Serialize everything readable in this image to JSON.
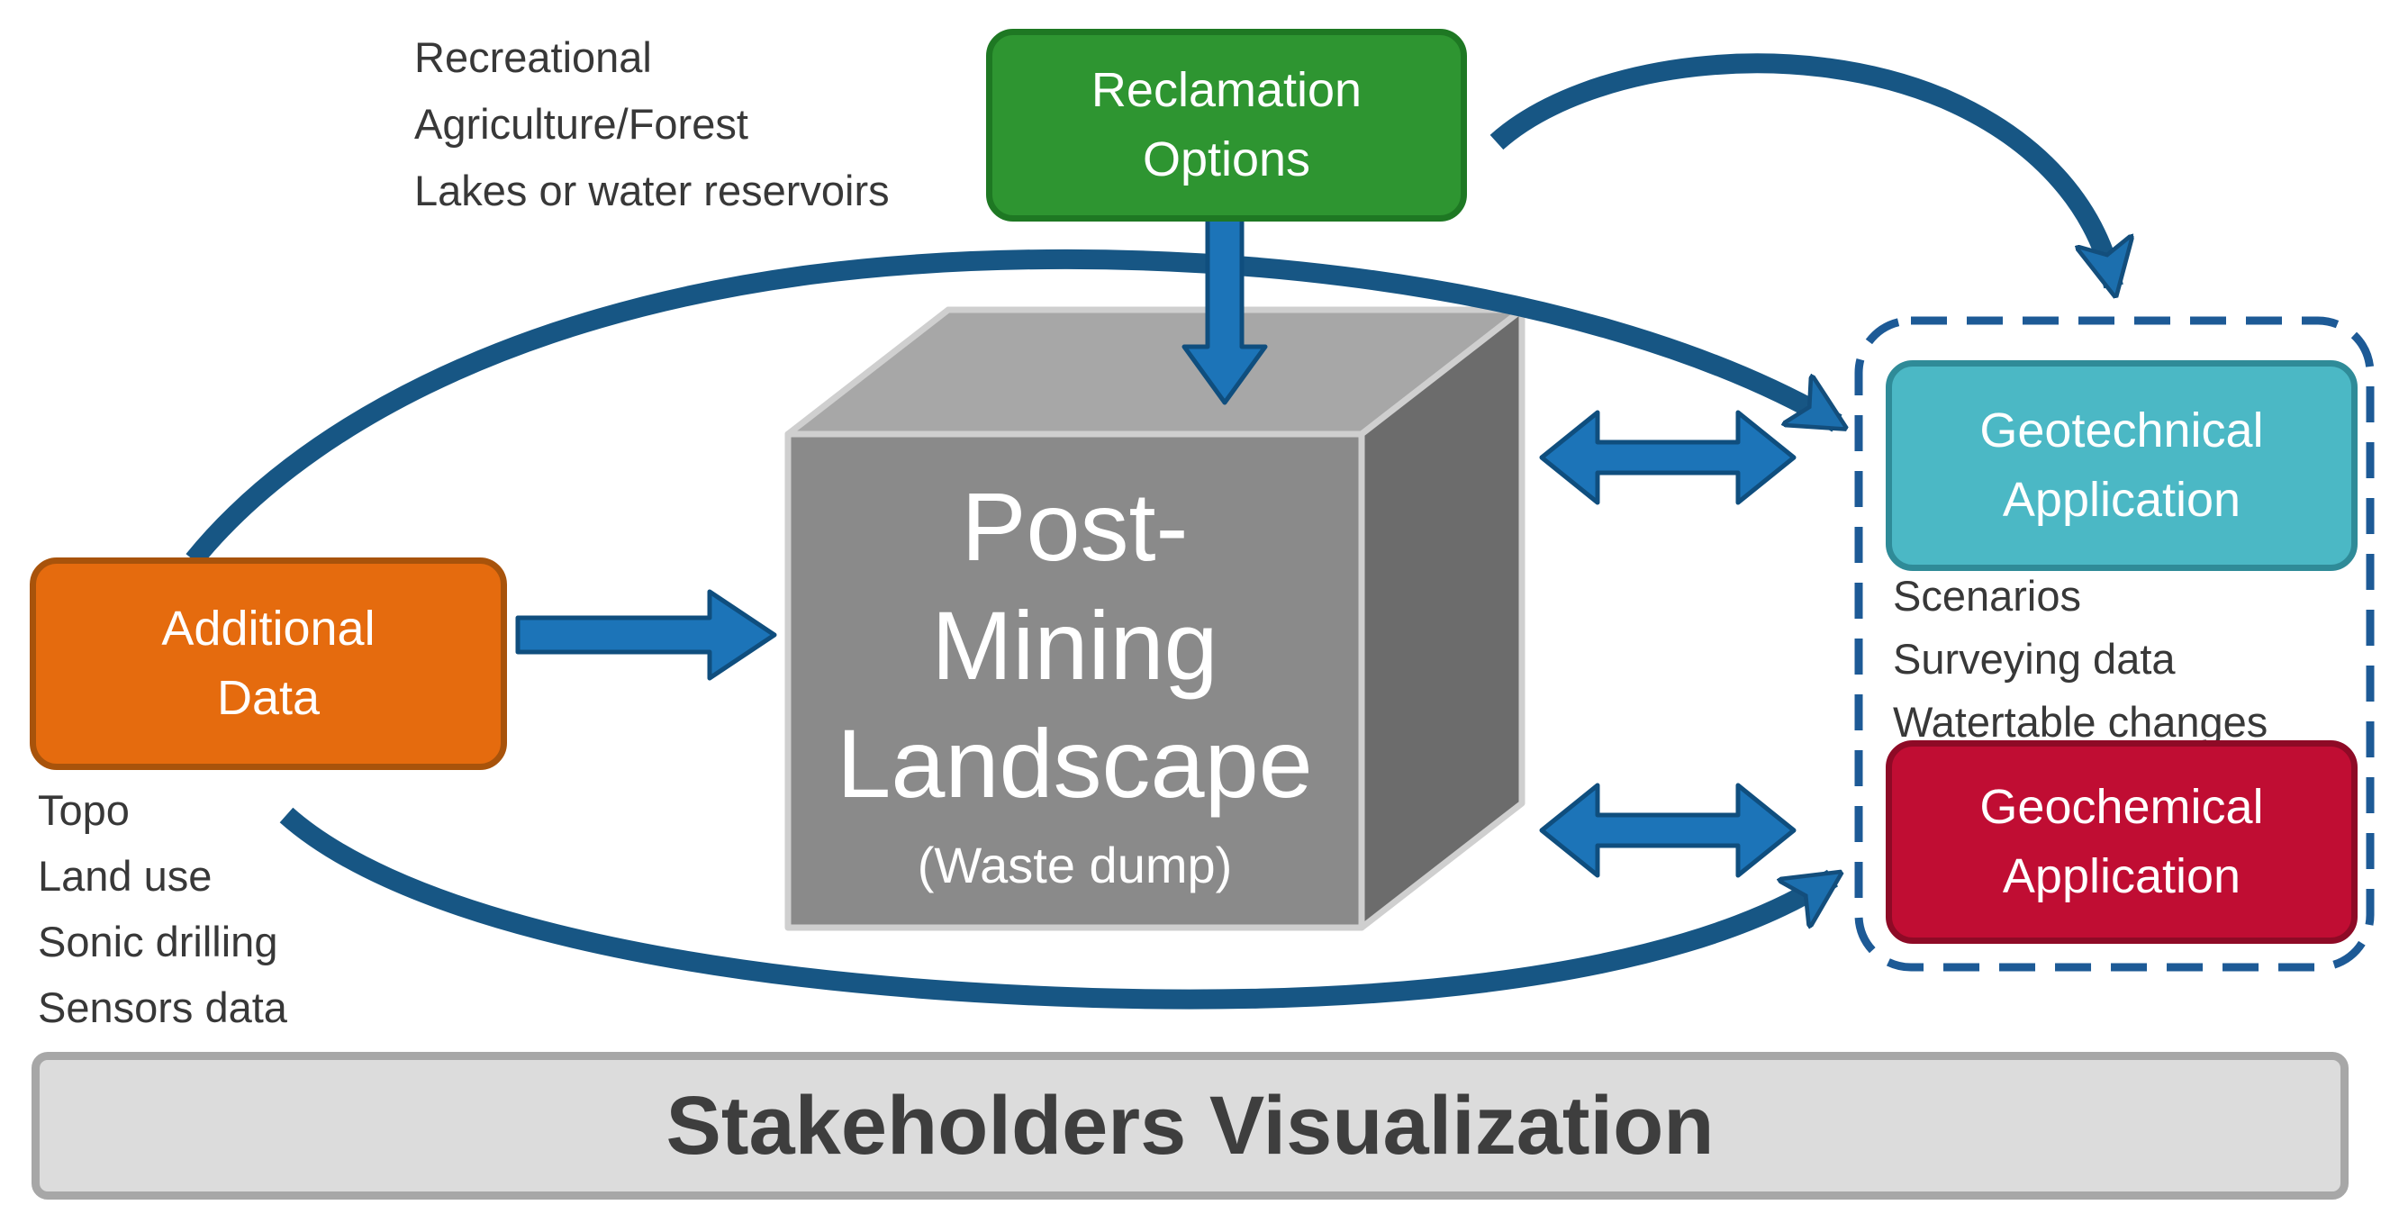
{
  "colors": {
    "reclamation_green": "#2E9531",
    "additional_orange": "#E56B0E",
    "geotechnical_teal": "#4BB8C5",
    "geochemical_red": "#C00D33",
    "arrow_blue": "#1C74B8",
    "curve_blue": "#175684",
    "dashed_border_blue": "#1D5A96",
    "cube_front": "#8A8A8A",
    "cube_top": "#A7A7A7",
    "cube_side": "#6C6C6C",
    "footer_gray": "#DCDCDC"
  },
  "reclamation_list": {
    "items": [
      "Recreational",
      "Agriculture/Forest",
      "Lakes or water reservoirs"
    ]
  },
  "reclamation_box": {
    "line1": "Reclamation",
    "line2": "Options"
  },
  "additional_box": {
    "line1": "Additional",
    "line2": "Data"
  },
  "additional_list": {
    "items": [
      "Topo",
      "Land use",
      "Sonic drilling",
      "Sensors data"
    ]
  },
  "cube": {
    "line1": "Post-",
    "line2": "Mining",
    "line3": "Landscape",
    "subtitle": "(Waste dump)"
  },
  "geotechnical_box": {
    "line1": "Geotechnical",
    "line2": "Application"
  },
  "geotechnical_list": {
    "items": [
      "Scenarios",
      "Surveying data",
      "Watertable changes"
    ]
  },
  "geochemical_box": {
    "line1": "Geochemical",
    "line2": "Application"
  },
  "footer": {
    "title": "Stakeholders Visualization"
  }
}
